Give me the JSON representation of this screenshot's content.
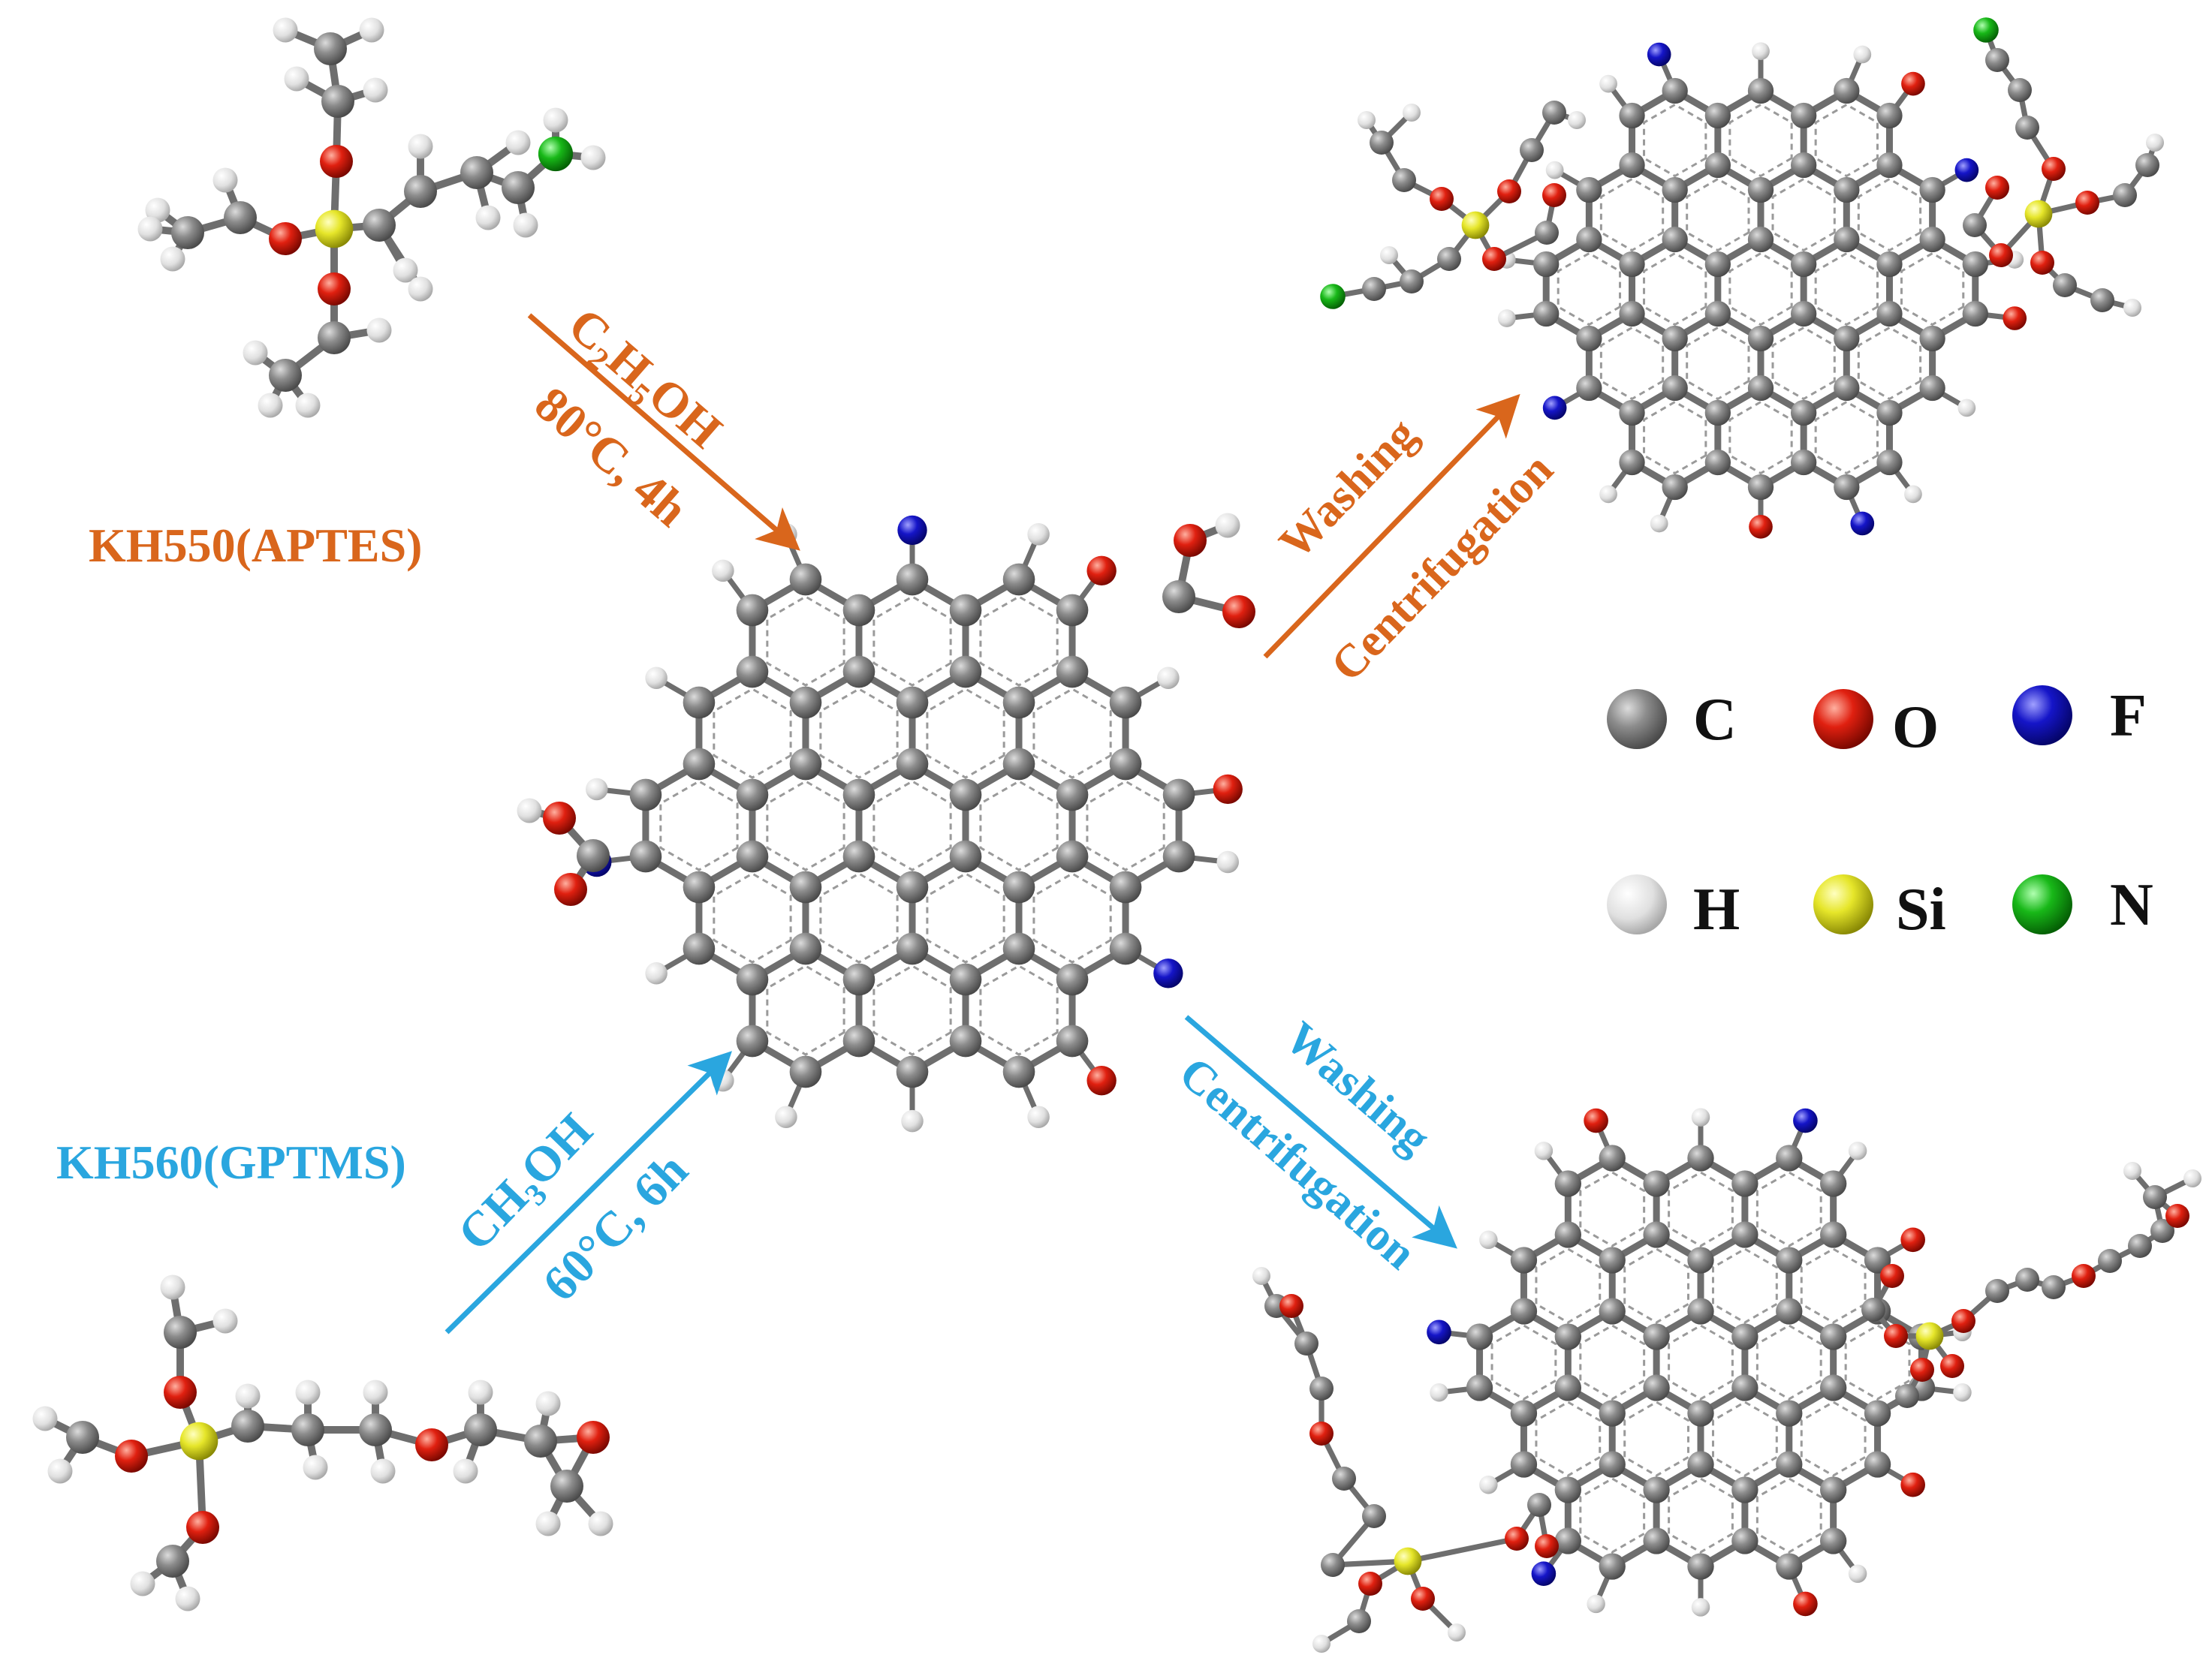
{
  "colors": {
    "orange": "#d9661c",
    "blue": "#2aa6df",
    "carbon": "#8a8a8a",
    "oxygen": "#e02010",
    "fluorine": "#1515c8",
    "hydrogen": "#e4e4e4",
    "silicon": "#e8e82a",
    "nitrogen": "#18b818"
  },
  "labels": {
    "kh550": "KH550(APTES)",
    "kh560": "KH560(GPTMS)",
    "step1_reagent": "C2H5OH",
    "step1_cond": "80°C, 4h",
    "step2_reagent": "CH3OH",
    "step2_cond": "60°C, 6h",
    "wash1": "Washing",
    "centri1": "Centrifugation",
    "wash2": "Washing",
    "centri2": "Centrifugation",
    "sub": {
      "step1_reagent_1": "2",
      "step1_reagent_2": "5",
      "step2_reagent_1": "3"
    }
  },
  "legend": [
    {
      "symbol": "C",
      "icon": "carbon-atom-icon",
      "color": "#8a8a8a"
    },
    {
      "symbol": "O",
      "icon": "oxygen-atom-icon",
      "color": "#e02010"
    },
    {
      "symbol": "F",
      "icon": "fluorine-atom-icon",
      "color": "#1515c8"
    },
    {
      "symbol": "H",
      "icon": "hydrogen-atom-icon",
      "color": "#e4e4e4"
    },
    {
      "symbol": "Si",
      "icon": "silicon-atom-icon",
      "color": "#e8e82a"
    },
    {
      "symbol": "N",
      "icon": "nitrogen-atom-icon",
      "color": "#18b818"
    }
  ]
}
